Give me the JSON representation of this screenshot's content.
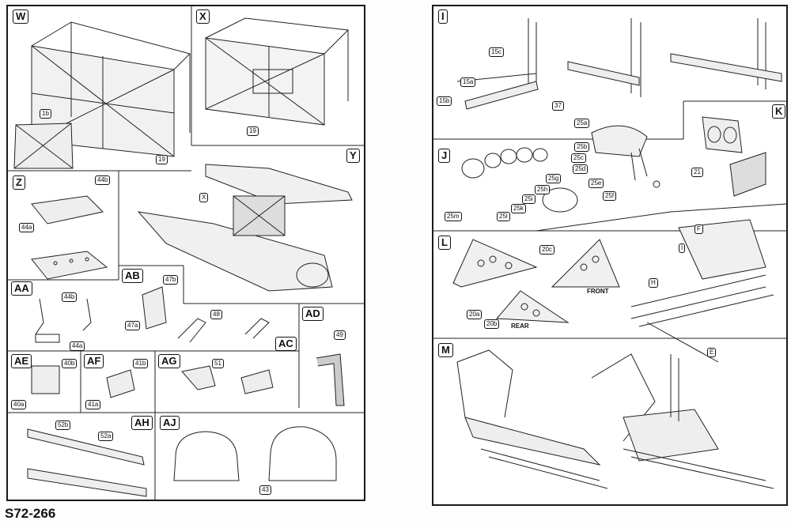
{
  "document_code": "S72-266",
  "left_page": {
    "W": {
      "label": "W",
      "parts": [
        "1b",
        "19"
      ]
    },
    "X": {
      "label": "X",
      "parts": [
        "19"
      ]
    },
    "Y": {
      "label": "Y",
      "parts": [
        "X"
      ]
    },
    "Z": {
      "label": "Z",
      "parts": [
        "44b",
        "44a"
      ]
    },
    "AA": {
      "label": "AA",
      "parts": [
        "44b",
        "44a"
      ]
    },
    "AB": {
      "label": "AB",
      "parts": [
        "47b",
        "47a"
      ]
    },
    "AC": {
      "label": "AC",
      "parts": [
        "48"
      ]
    },
    "AD": {
      "label": "AD",
      "parts": [
        "49"
      ]
    },
    "AE": {
      "label": "AE",
      "parts": [
        "40b",
        "40a"
      ]
    },
    "AF": {
      "label": "AF",
      "parts": [
        "41b",
        "41a"
      ]
    },
    "AG": {
      "label": "AG",
      "parts": [
        "51"
      ]
    },
    "AH": {
      "label": "AH",
      "parts": [
        "52b",
        "52a"
      ]
    },
    "AJ": {
      "label": "AJ",
      "parts": [
        "43"
      ]
    }
  },
  "right_page": {
    "I": {
      "label": "I",
      "parts": [
        "15c",
        "15a",
        "15b",
        "37"
      ]
    },
    "J": {
      "label": "J",
      "parts": [
        "25a",
        "25b",
        "25c",
        "25d",
        "25e",
        "25f",
        "25g",
        "25h",
        "25i",
        "25k",
        "25l",
        "25m"
      ]
    },
    "K": {
      "label": "K",
      "parts": [
        "21"
      ]
    },
    "L": {
      "label": "L",
      "parts": [
        "20c",
        "20a",
        "20b"
      ],
      "texts": [
        "FRONT",
        "REAR"
      ]
    },
    "M": {
      "label": "M",
      "parts": []
    },
    "callouts": [
      "F",
      "I",
      "H",
      "E"
    ]
  }
}
